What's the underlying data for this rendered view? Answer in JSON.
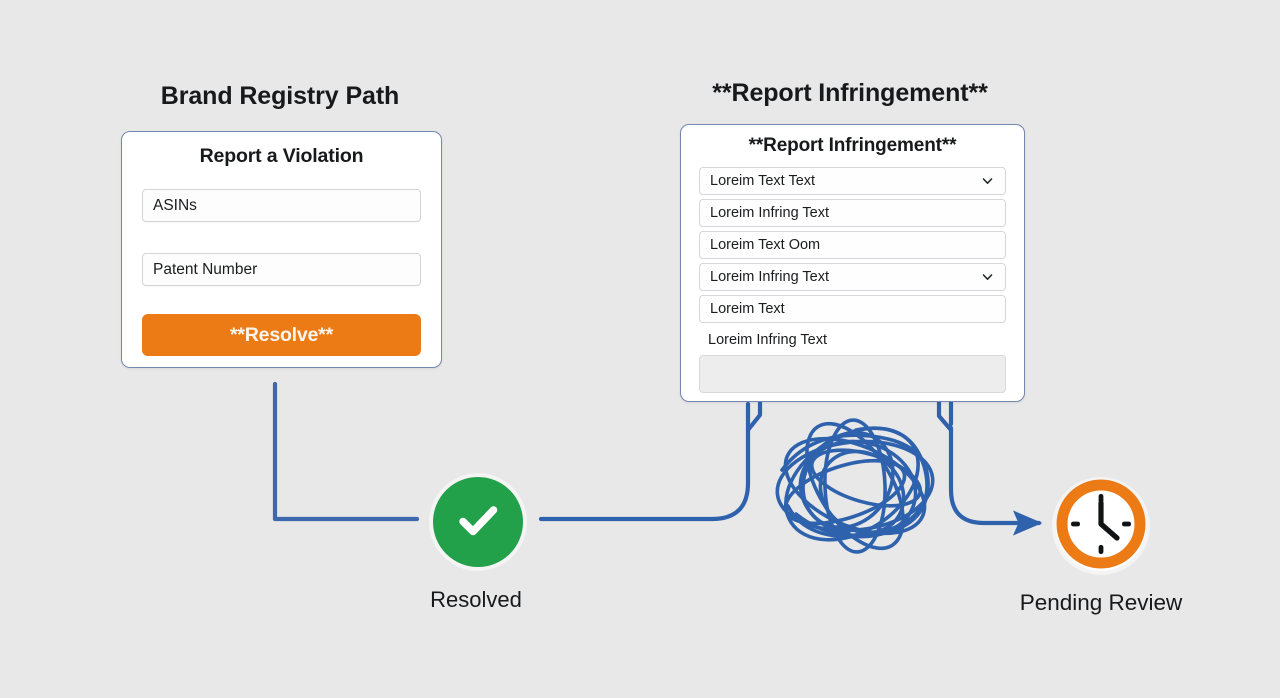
{
  "page": {
    "background": "#e8e8e8",
    "accent_blue": "#2f62ad",
    "accent_orange": "#ec7b16",
    "accent_green": "#22a14a",
    "card_border": "#7487ad"
  },
  "headings": {
    "left": "Brand Registry Path",
    "right": "**Report Infringement**"
  },
  "left_card": {
    "title": "Report a Violation",
    "fields": [
      {
        "name": "asins",
        "value": "ASINs"
      },
      {
        "name": "patent-number",
        "value": "Patent Number"
      }
    ],
    "button": {
      "label": "**Resolve**",
      "color": "#ec7b16"
    }
  },
  "right_card": {
    "title": "**Report Infringement**",
    "rows": [
      {
        "name": "row-1",
        "text": "Loreim Text Text",
        "type": "dropdown",
        "icon": "chevron-down-icon"
      },
      {
        "name": "row-2",
        "text": "Loreim Infring Text",
        "type": "input",
        "icon": ""
      },
      {
        "name": "row-3",
        "text": "Loreim Text Oom",
        "type": "input",
        "icon": ""
      },
      {
        "name": "row-4",
        "text": "Loreim Infring Text",
        "type": "dropdown",
        "icon": "chevron-down-icon"
      },
      {
        "name": "row-5",
        "text": "Loreim Text",
        "type": "input",
        "icon": ""
      },
      {
        "name": "row-6",
        "text": "Loreim Infring Text",
        "type": "label",
        "icon": ""
      }
    ],
    "textarea": {
      "name": "notes-textarea",
      "value": "",
      "fill": "#ededee"
    }
  },
  "nodes": [
    {
      "name": "resolved",
      "label": "Resolved",
      "icon": "check-circle-icon",
      "color": "#22a14a"
    },
    {
      "name": "pending-review",
      "label": "Pending Review",
      "icon": "clock-icon",
      "color": "#ec7b16"
    }
  ],
  "connectors": {
    "scribble": {
      "name": "tangle-scribble",
      "color": "#2f62ad"
    },
    "arrow": {
      "name": "arrow-head-icon",
      "color": "#2f62ad"
    }
  }
}
